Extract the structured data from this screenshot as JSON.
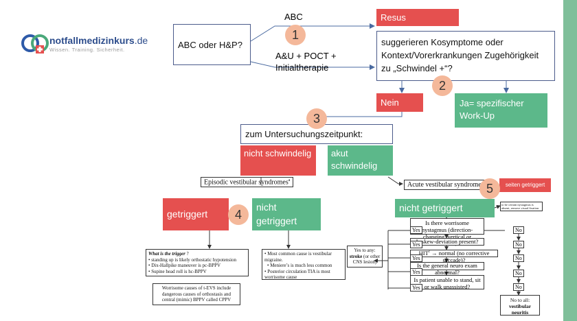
{
  "logo": {
    "brand_main": "notfallmedizinkurs",
    "brand_suffix": ".de",
    "tagline": "Wissen. Training. Sicherheit."
  },
  "nodes": {
    "start": "ABC oder H&P?",
    "edge_abc": "ABC",
    "edge_au": "A&U + POCT + Initialtherapie",
    "resus": "Resus",
    "question": "suggerieren Kosymptome oder Kontext/Vorerkrankungen Zugehörigkeit zu „Schwindel +“?",
    "nein": "Nein",
    "ja": "Ja= spezifischer Work-Up",
    "zeitpunkt": "zum Untersuchungszeitpunkt:",
    "nicht_schwindelig": "nicht schwindelig",
    "akut_schwindelig": "akut schwindelig",
    "getriggert": "getriggert",
    "nicht_getriggert_left": "nicht getriggert",
    "nicht_getriggert_right": "nicht getriggert",
    "seiten_getriggert": "seiten getriggert"
  },
  "steps": [
    "1",
    "2",
    "3",
    "4",
    "5"
  ],
  "paper": {
    "episodic": "Episodic vestibular syndromes",
    "episodic_sup": "a",
    "acute": "Acute vestibular syndrome",
    "nystagmus_note": "to be certain nystagmus is absent, remove visual fixation",
    "trigger_title": "What is the trigger",
    "trigger_q": " ?",
    "trigger_items": [
      "standing up is likely orthostatic hypotension",
      "Dix-Hallpike maneuver is pc-BPPV",
      "Supine head roll is hc-BPPV"
    ],
    "worrisome": "Worrisome causes of t-EVS include dangerous causes of orthostasis and central (mimic) BPPV called CPPV",
    "vestib_items": [
      "Most common cause is vestibular migraine.",
      "Meniere’s is much less common",
      "Posterior circulation TIA is most worrisome cause"
    ],
    "questions": [
      "Is there worrisome nystagmus (direction-changing, vertical or torsional)?",
      "Is skew-deviation present?",
      "HIT",
      "Is the general neuro exam abnormal?",
      "Is patient unable to stand, sit or walk unassisted?"
    ],
    "hit_sup": "c",
    "hit_rest": " → normal (no corrective saccade)?",
    "yes": "Yes",
    "no": "No",
    "yes_any_prefix": "Yes to any:",
    "yes_any_bold": "stroke",
    "yes_any_suffix": "(or other CNS lesion)",
    "no_all_prefix": "No to all:",
    "no_all_bold": "vestibular neuritis"
  },
  "colors": {
    "red": "#e5504f",
    "green": "#5cb88a",
    "circle": "#f4b89a",
    "side_bar": "#7fbf9a"
  }
}
